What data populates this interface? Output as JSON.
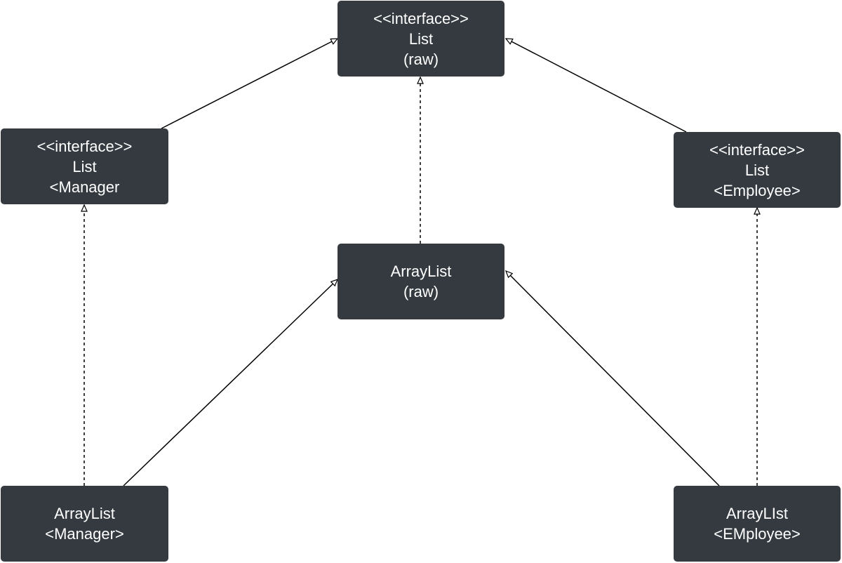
{
  "colors": {
    "node_background": "#343a40",
    "node_text": "#ffffff",
    "edge": "#000000",
    "canvas": "#ffffff"
  },
  "nodes": {
    "list_raw": {
      "stereotype": "<<interface>>",
      "name": "List",
      "type_param": "(raw)"
    },
    "list_manager": {
      "stereotype": "<<interface>>",
      "name": "List",
      "type_param": "<Manager"
    },
    "list_employee": {
      "stereotype": "<<interface>>",
      "name": "List",
      "type_param": "<Employee>"
    },
    "arraylist_raw": {
      "name": "ArrayList",
      "type_param": "(raw)"
    },
    "arraylist_manager": {
      "name": "ArrayList",
      "type_param": "<Manager>"
    },
    "arraylist_employee": {
      "name": "ArrayLIst",
      "type_param": "<EMployee>"
    }
  },
  "edges": [
    {
      "from": "list_manager",
      "to": "list_raw",
      "kind": "generalization"
    },
    {
      "from": "list_employee",
      "to": "list_raw",
      "kind": "generalization"
    },
    {
      "from": "arraylist_raw",
      "to": "list_raw",
      "kind": "realization"
    },
    {
      "from": "arraylist_manager",
      "to": "list_manager",
      "kind": "realization"
    },
    {
      "from": "arraylist_manager",
      "to": "arraylist_raw",
      "kind": "generalization"
    },
    {
      "from": "arraylist_employee",
      "to": "arraylist_raw",
      "kind": "generalization"
    },
    {
      "from": "arraylist_employee",
      "to": "list_employee",
      "kind": "realization"
    }
  ]
}
